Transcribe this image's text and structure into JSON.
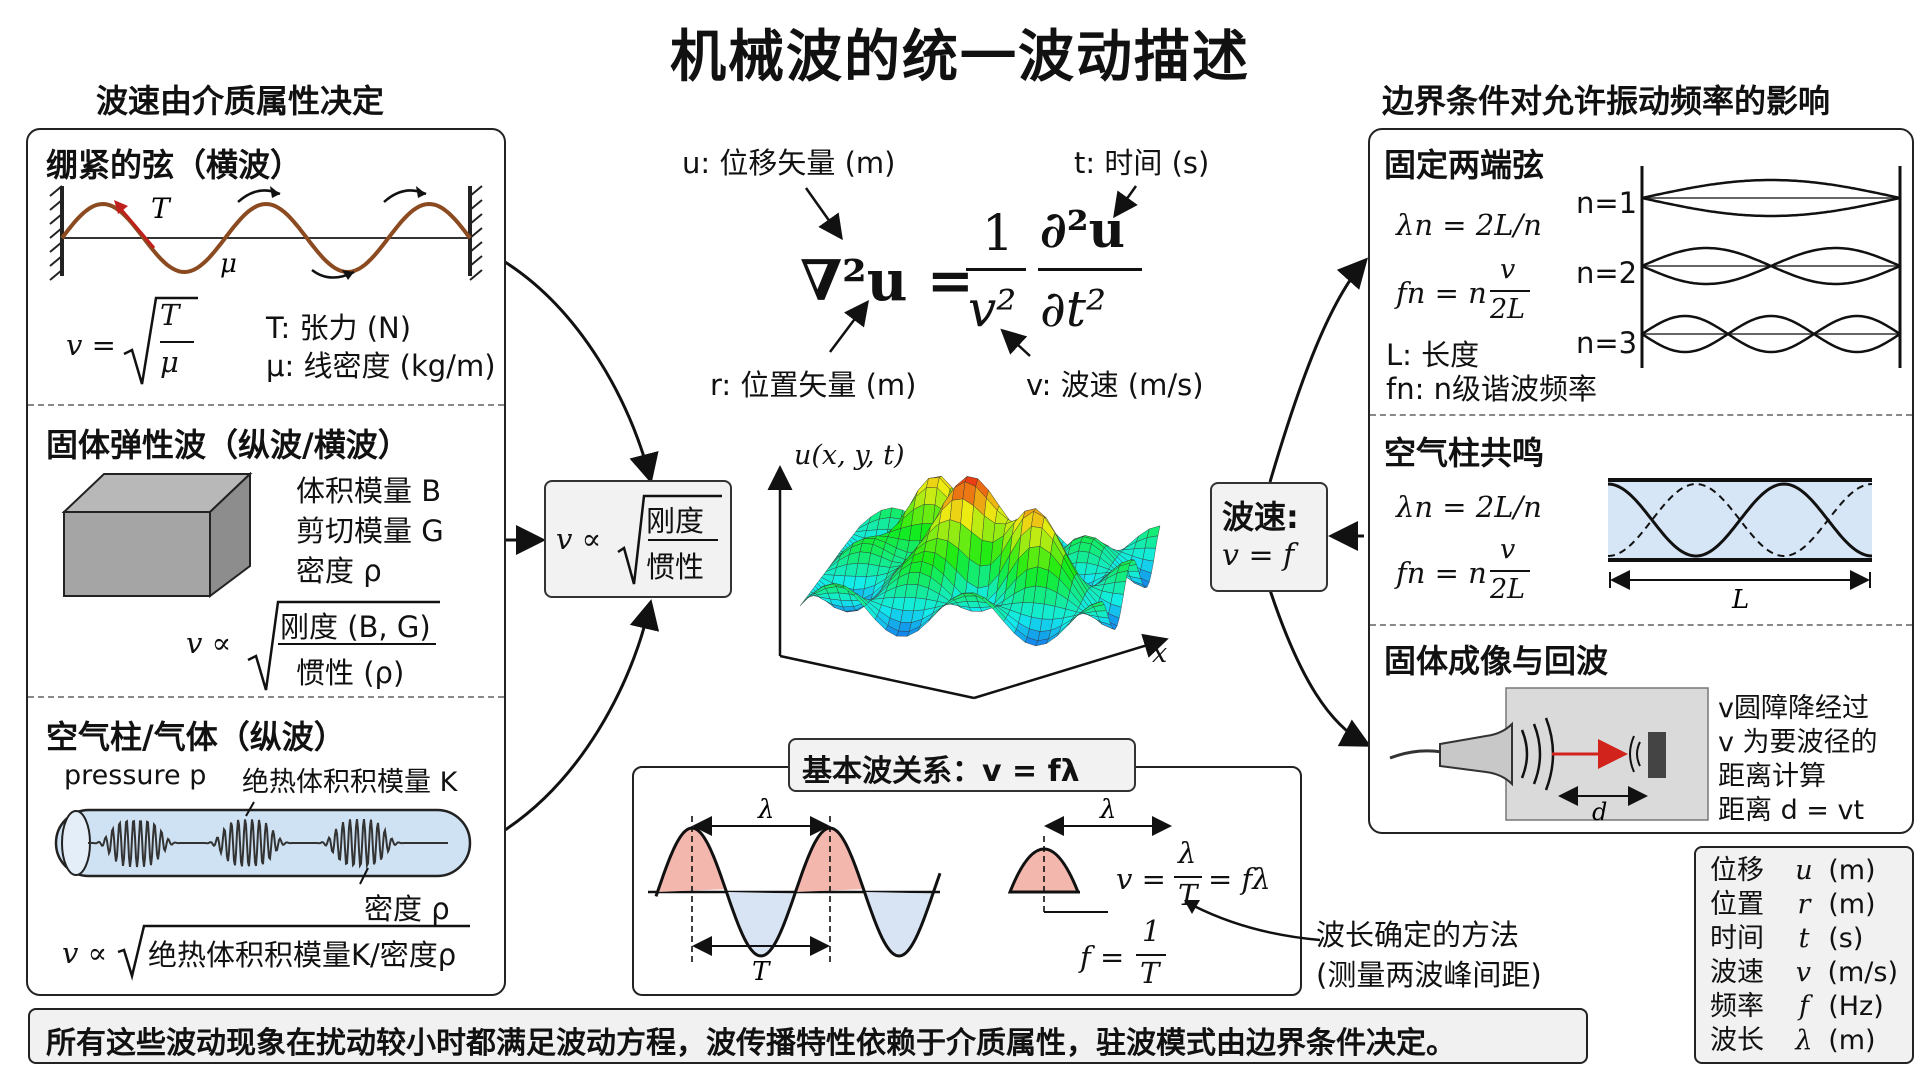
{
  "title": "机械波的统一波动描述",
  "left_heading": "波速由介质属性决定",
  "right_heading": "边界条件对允许振动频率的影响",
  "string": {
    "title": "绷紧的弦（横波）",
    "tension_symbol": "T",
    "density_symbol": "μ",
    "formula_lhs": "v =",
    "formula_num": "T",
    "formula_den": "μ",
    "def_tension": "T: 张力 (N)",
    "def_density": "μ: 线密度 (kg/m)"
  },
  "solid": {
    "title": "固体弹性波（纵波/横波）",
    "bulk": "体积模量 B",
    "shear": "剪切模量 G",
    "density": "密度 ρ",
    "formula_lhs": "v ∝",
    "formula_num": "刚度 (B, G)",
    "formula_den": "惯性 (ρ)"
  },
  "gas": {
    "title": "空气柱/气体（纵波）",
    "pressure": "pressure p",
    "adiabatic": "绝热体积积模量 K",
    "density": "密度 ρ",
    "formula_lhs": "v ∝",
    "formula_rad": "绝热体积积模量K/密度ρ"
  },
  "center_box": {
    "lhs": "v ∝",
    "num": "刚度",
    "den": "惯性"
  },
  "equation": {
    "u_label": "u: 位移矢量 (m)",
    "t_label": "t: 时间 (s)",
    "r_label": "r: 位置矢量 (m)",
    "v_label": "v: 波速 (m/s)",
    "lhs": "∇²u =",
    "frac1_num": "1",
    "frac1_den": "v²",
    "frac2_num": "∂²u",
    "frac2_den": "∂t²"
  },
  "surface": {
    "axis_label": "u(x, y, t)",
    "x_label": "x"
  },
  "basic": {
    "title": "基本波关系：v = fλ",
    "lambda": "λ",
    "period": "T",
    "v_lhs": "v =",
    "v_num": "λ",
    "v_den": "T",
    "v_rhs": "= fλ",
    "f_lhs": "f =",
    "f_num": "1",
    "f_den": "T",
    "note_line1": "波长确定的方法",
    "note_line2": "(测量两波峰间距)"
  },
  "speed_box": {
    "line1": "波速:",
    "line2": "v = f"
  },
  "fixed": {
    "title": "固定两端弦",
    "lambda_n": "λn = 2L/n",
    "f_lhs": "fn = n",
    "f_num": "v",
    "f_den": "2L",
    "L_def": "L: 长度",
    "fn_def": "fn: n级谐波频率",
    "modes": [
      "n=1",
      "n=2",
      "n=3"
    ]
  },
  "air": {
    "title": "空气柱共鸣",
    "lambda_n": "λn = 2L/n",
    "f_lhs": "fn = n",
    "f_num": "v",
    "f_den": "2L",
    "L_label": "L"
  },
  "echo": {
    "title": "固体成像与回波",
    "d_label": "d",
    "line1": "v圆障降经过",
    "line2": "v 为要波径的",
    "line3": "距离计算",
    "line4": "距离 d = vt"
  },
  "footer": "所有这些波动现象在扰动较小时都满足波动方程，波传播特性依赖于介质属性，驻波模式由边界条件决定。",
  "legend": [
    {
      "name": "位移",
      "sym": "u",
      "unit": "(m)"
    },
    {
      "name": "位置",
      "sym": "r",
      "unit": "(m)"
    },
    {
      "name": "时间",
      "sym": "t",
      "unit": "(s)"
    },
    {
      "name": "波速",
      "sym": "v",
      "unit": "(m/s)"
    },
    {
      "name": "频率",
      "sym": "f",
      "unit": "(Hz)"
    },
    {
      "name": "波长",
      "sym": "λ",
      "unit": "(m)"
    }
  ],
  "colors": {
    "string_wave": "#8B4A1F",
    "tension_arrow": "#c0201c",
    "laser": "#d2221c",
    "tube": "#cfe2f3",
    "peak_fill": "#f4b7ae",
    "trough_fill": "#d8e3f3"
  }
}
